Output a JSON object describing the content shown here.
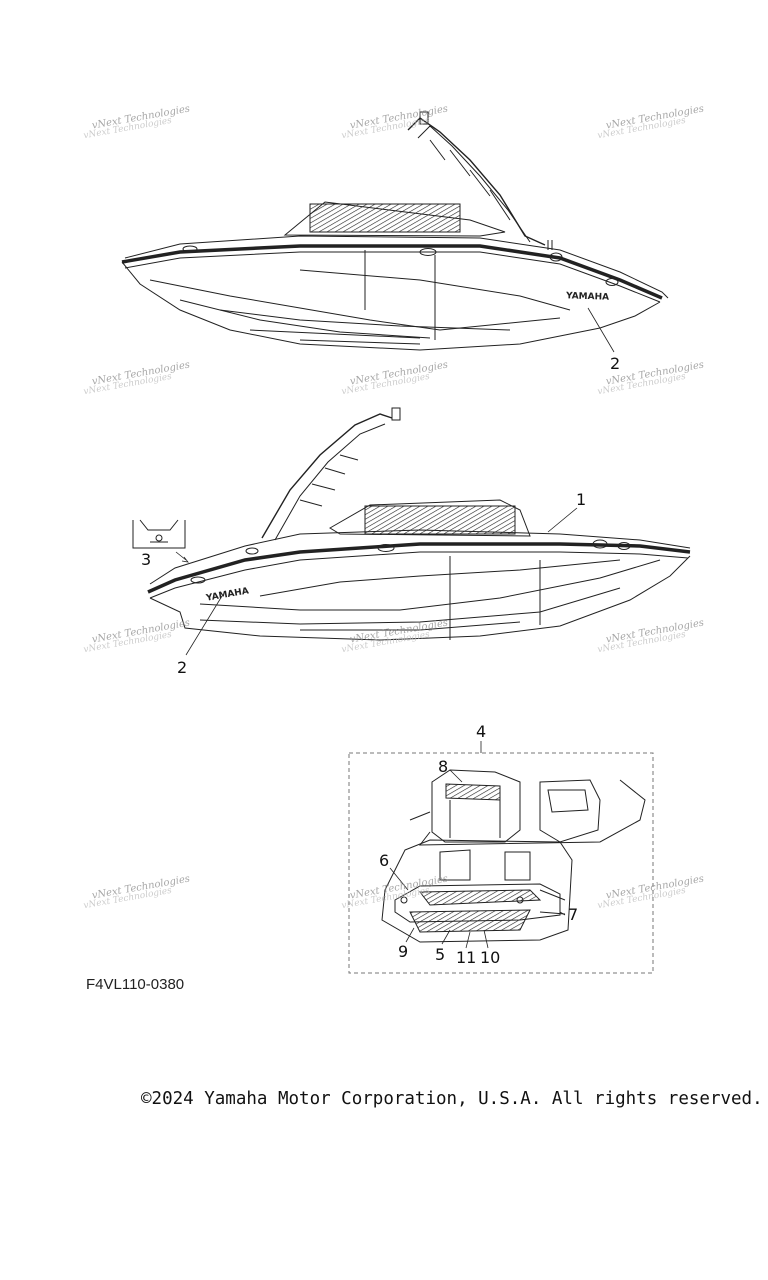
{
  "watermark": "vNext Technologies",
  "callouts": {
    "c1": "1",
    "c2a": "2",
    "c2b": "2",
    "c3": "3",
    "c4": "4",
    "c5": "5",
    "c6": "6",
    "c7": "7",
    "c8": "8",
    "c9": "9",
    "c10": "10",
    "c11": "11"
  },
  "logo_text": "YAMAHA",
  "figure_id": "F4VL110-0380",
  "copyright": "©2024 Yamaha Motor Corporation, U.S.A. All rights reserved."
}
